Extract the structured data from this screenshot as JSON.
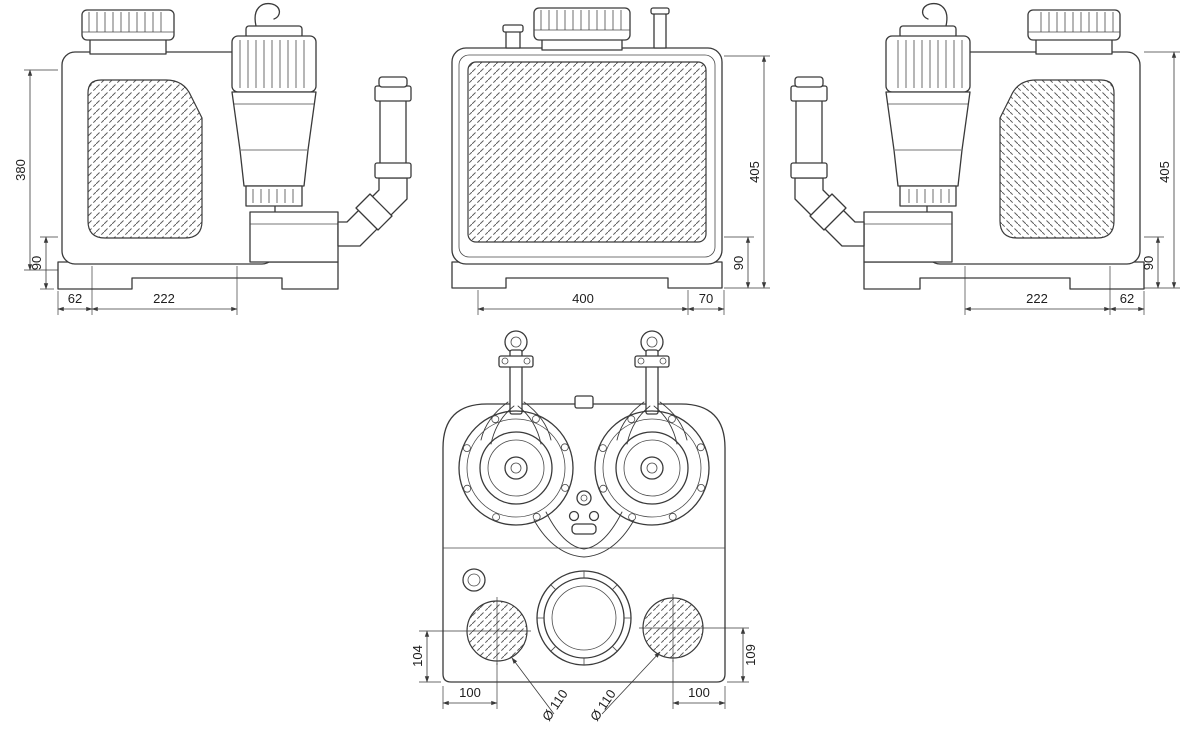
{
  "style": {
    "background": "#ffffff",
    "line_color": "#3a3a3a",
    "text_color": "#1e1e1e"
  },
  "views": {
    "side_left": {
      "h_total": "380",
      "h_outlet": "90",
      "w_left": "62",
      "w_right": "222"
    },
    "front": {
      "h_total": "405",
      "h_outlet": "90",
      "w_main": "400",
      "w_right": "70"
    },
    "side_right": {
      "h_total": "405",
      "h_outlet": "90",
      "w_main": "222",
      "w_right": "62"
    },
    "plan": {
      "h_left": "104",
      "h_right": "109",
      "w_left": "100",
      "w_right": "100",
      "dia_left": "Ø 110",
      "dia_right": "Ø 110"
    }
  }
}
